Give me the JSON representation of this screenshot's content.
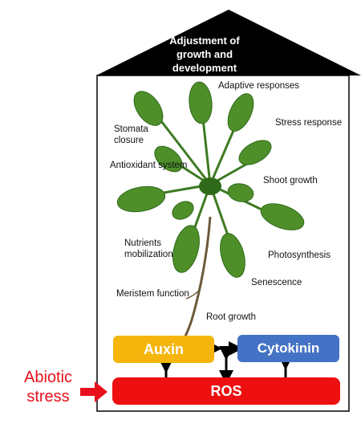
{
  "roof": {
    "title": "Adjustment  of growth and development"
  },
  "labels": {
    "adaptive": "Adaptive responses",
    "stomata": "Stomata closure",
    "stress": "Stress response",
    "antioxidant": "Antioxidant system",
    "shoot": "Shoot growth",
    "nutrients": "Nutrients mobilization",
    "photosynthesis": "Photosynthesis",
    "senescence": "Senescence",
    "meristem": "Meristem function",
    "root": "Root growth"
  },
  "boxes": {
    "auxin": {
      "label": "Auxin",
      "color": "#f5b50c"
    },
    "cytokinin": {
      "label": "Cytokinin",
      "color": "#4472c4"
    },
    "ros": {
      "label": "ROS",
      "color": "#ee1010"
    }
  },
  "abiotic": {
    "label": "Abiotic stress",
    "color": "#e8101a"
  },
  "colors": {
    "roof": "#000000",
    "leaf": "#4f8f2a",
    "leaf_dark": "#2f6a1a",
    "arrow": "#000000"
  }
}
